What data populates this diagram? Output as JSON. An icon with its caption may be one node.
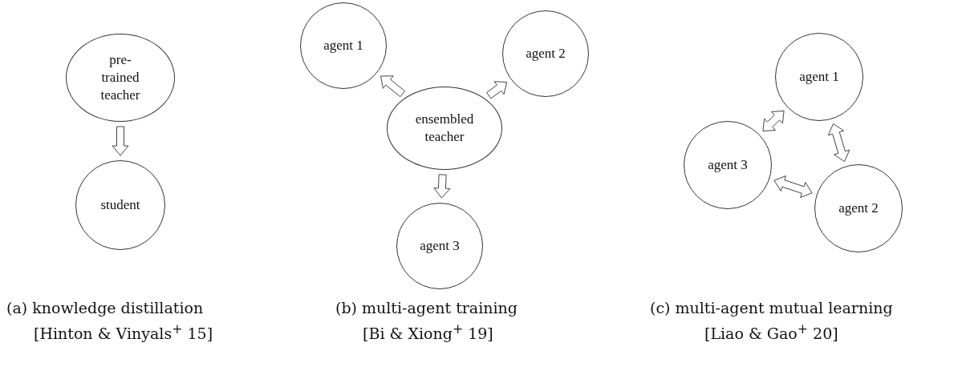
{
  "diagram": {
    "nodes": [
      {
        "text": [
          "pre- trained teacher"
        ]
      },
      {
        "text": [
          "student"
        ]
      },
      {
        "text": [
          "agent 1"
        ]
      },
      {
        "text": [
          "agent 2"
        ]
      },
      {
        "text": [
          "ensembled teacher"
        ]
      },
      {
        "text": [
          "agent 3"
        ]
      },
      {
        "text": [
          "agent 1"
        ]
      },
      {
        "text": [
          "agent 3"
        ]
      },
      {
        "text": [
          "agent 2"
        ]
      }
    ],
    "edges": [
      {
        "from": 0,
        "to": 1,
        "arrow": "to"
      },
      {
        "from": 4,
        "to": 2,
        "arrow": "to"
      },
      {
        "from": 4,
        "to": 3,
        "arrow": "to"
      },
      {
        "from": 4,
        "to": 5,
        "arrow": "to"
      },
      {
        "from": 6,
        "to": 7,
        "arrow": "both"
      },
      {
        "from": 6,
        "to": 8,
        "arrow": "both"
      },
      {
        "from": 7,
        "to": 8,
        "arrow": "both"
      }
    ],
    "labels": [
      "(a) knowledge distillation",
      "[Hinton & Vinyals$^{+}$ 15]",
      "(b) multi-agent training",
      "[Bi & Xiong$^{+}$ 19]",
      "(c) multi-agent mutual learning",
      "[Liao & Gao$^{+}$ 20]"
    ]
  }
}
